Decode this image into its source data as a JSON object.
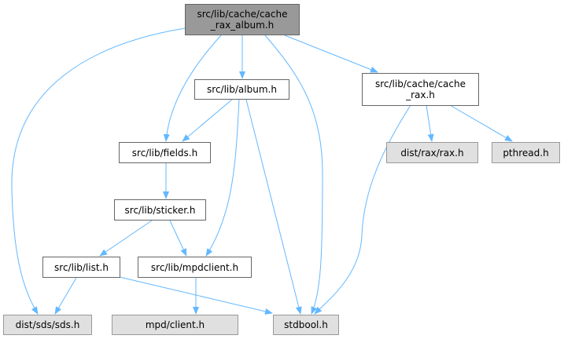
{
  "graph": {
    "root": {
      "line1": "src/lib/cache/cache",
      "line2": "_rax_album.h"
    },
    "nodes": {
      "album": "src/lib/album.h",
      "cache_rax_line1": "src/lib/cache/cache",
      "cache_rax_line2": "_rax.h",
      "fields": "src/lib/fields.h",
      "rax": "dist/rax/rax.h",
      "pthread": "pthread.h",
      "sticker": "src/lib/sticker.h",
      "list": "src/lib/list.h",
      "mpdclient": "src/lib/mpdclient.h",
      "sds": "dist/sds/sds.h",
      "mpd_client": "mpd/client.h",
      "stdbool": "stdbool.h"
    }
  },
  "colors": {
    "edge": "#63b8ff",
    "root_fill": "#999999",
    "external_fill": "#e0e0e0"
  }
}
